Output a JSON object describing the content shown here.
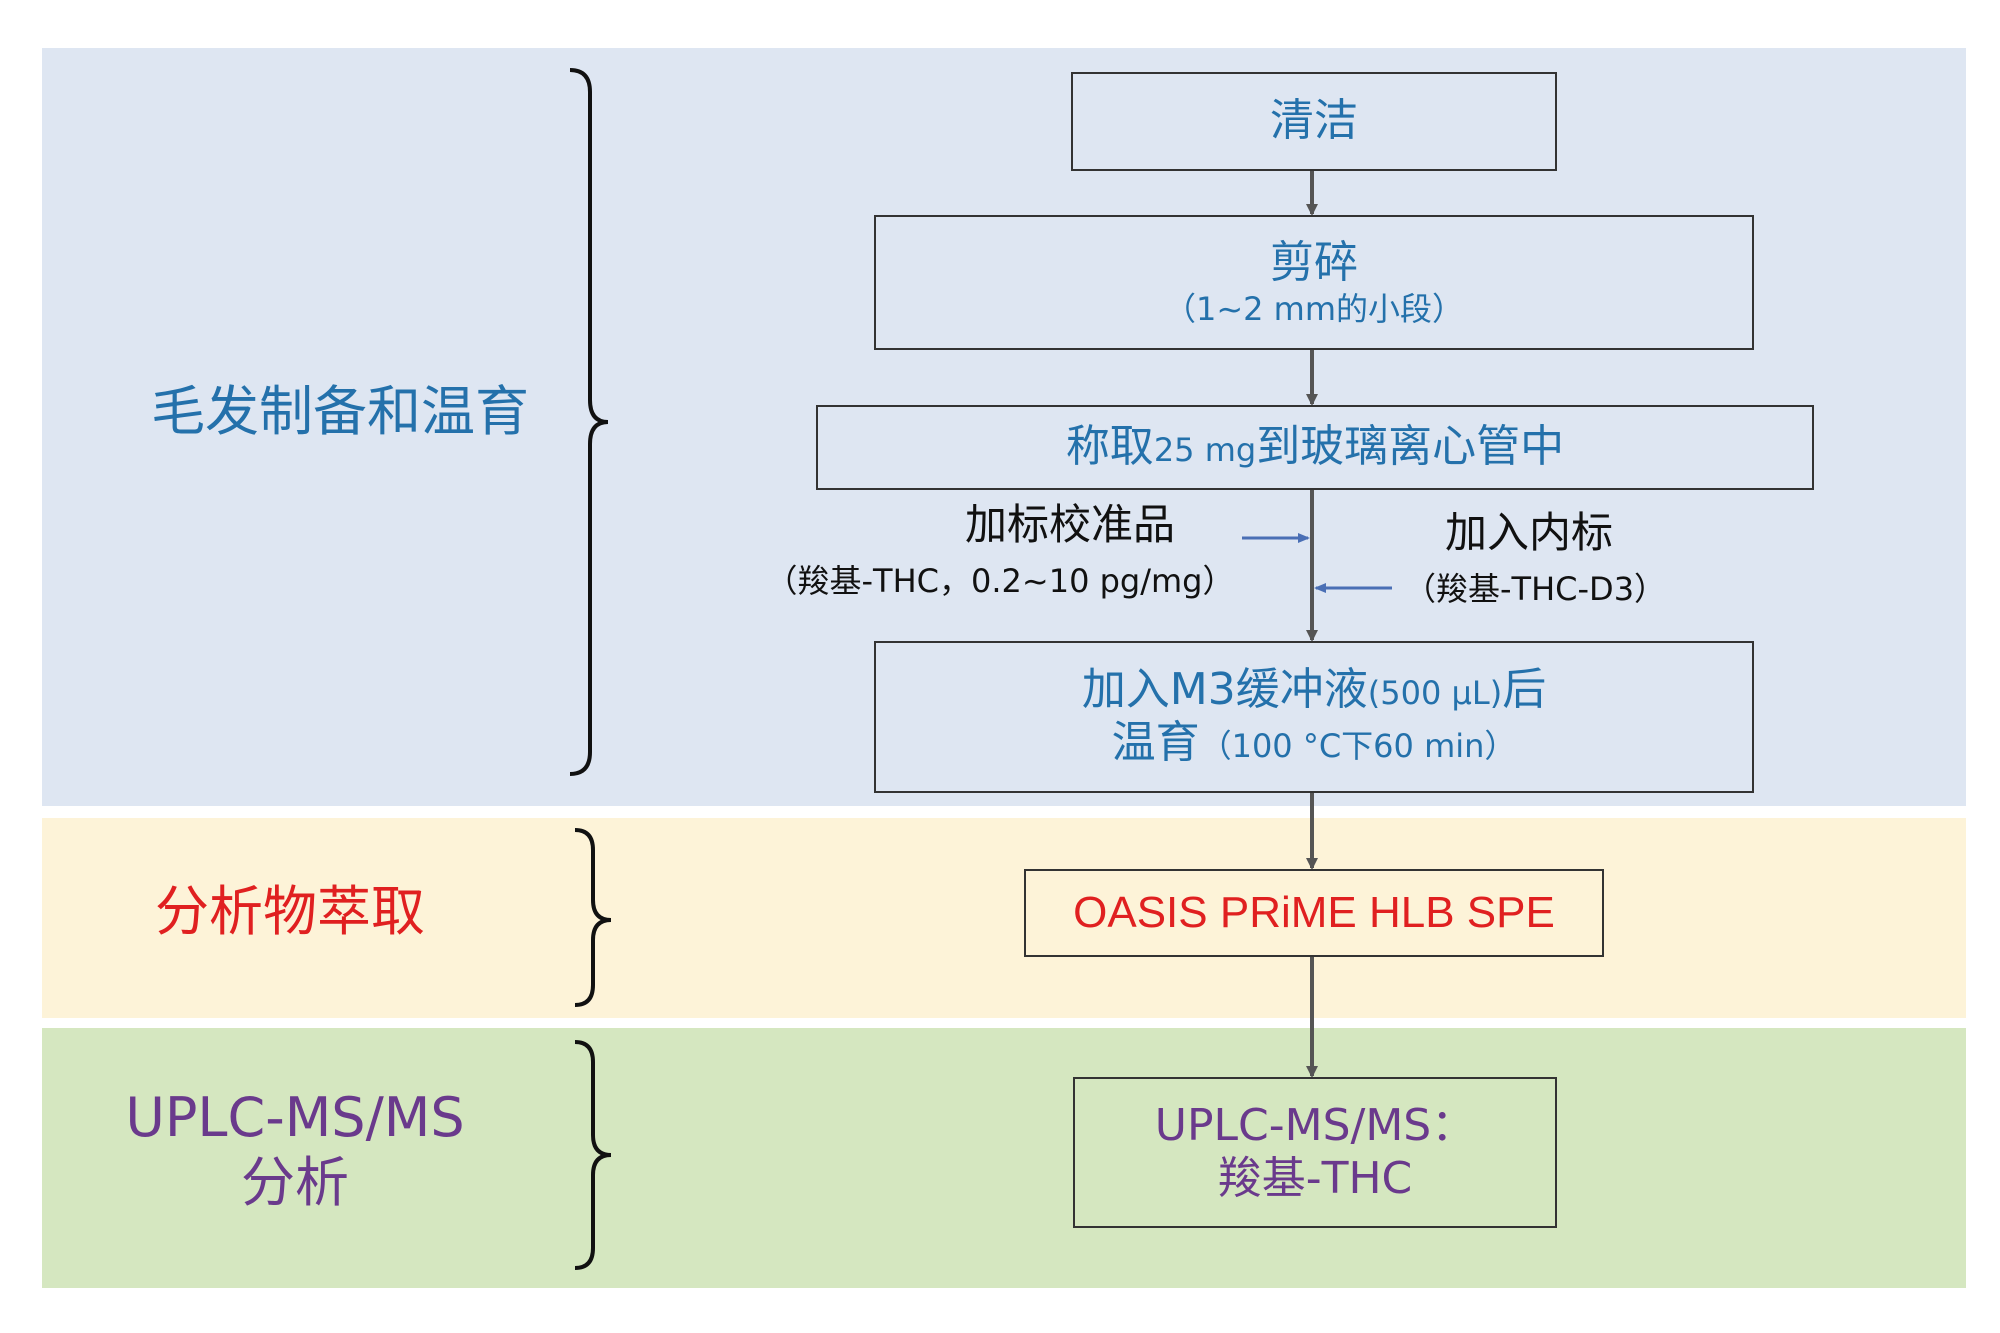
{
  "stages": [
    {
      "label": "毛发制备和温育",
      "color": "#2471ab"
    },
    {
      "label": "分析物萃取",
      "color": "#e02020"
    },
    {
      "label": "UPLC-MS/MS\n分析",
      "color": "#6a3a8c"
    }
  ],
  "steps": {
    "clean": {
      "main": "清洁"
    },
    "cut": {
      "main": "剪碎",
      "sub": "（1~2 mm的小段）"
    },
    "weigh": {
      "main_a": "称取",
      "main_small": "25 mg",
      "main_b": "到玻璃离心管中"
    },
    "buffer": {
      "line1_a": "加入M3缓冲液",
      "line1_small": "(500 μL)",
      "line1_b": "后",
      "line2_a": "温育",
      "line2_small": "（100 °C下60 min）"
    },
    "spe": {
      "main": "OASIS PRiME HLB SPE"
    },
    "uplc": {
      "line1": "UPLC-MS/MS：",
      "line2": "羧基-THC"
    }
  },
  "additions": {
    "calibrator": {
      "title": "加标校准品",
      "detail": "（羧基-THC，0.2~10 pg/mg）"
    },
    "internal_standard": {
      "title": "加入内标",
      "detail": "（羧基-THC-D3）"
    }
  },
  "colors": {
    "band_blue": "#dee6f2",
    "band_yellow": "#fdf3d8",
    "band_green": "#d5e7c0",
    "text_blue": "#2471ab",
    "text_red": "#e02020",
    "text_purple": "#6a3a8c",
    "arrow_gray": "#555555",
    "arrow_blue": "#4a6fb5"
  }
}
